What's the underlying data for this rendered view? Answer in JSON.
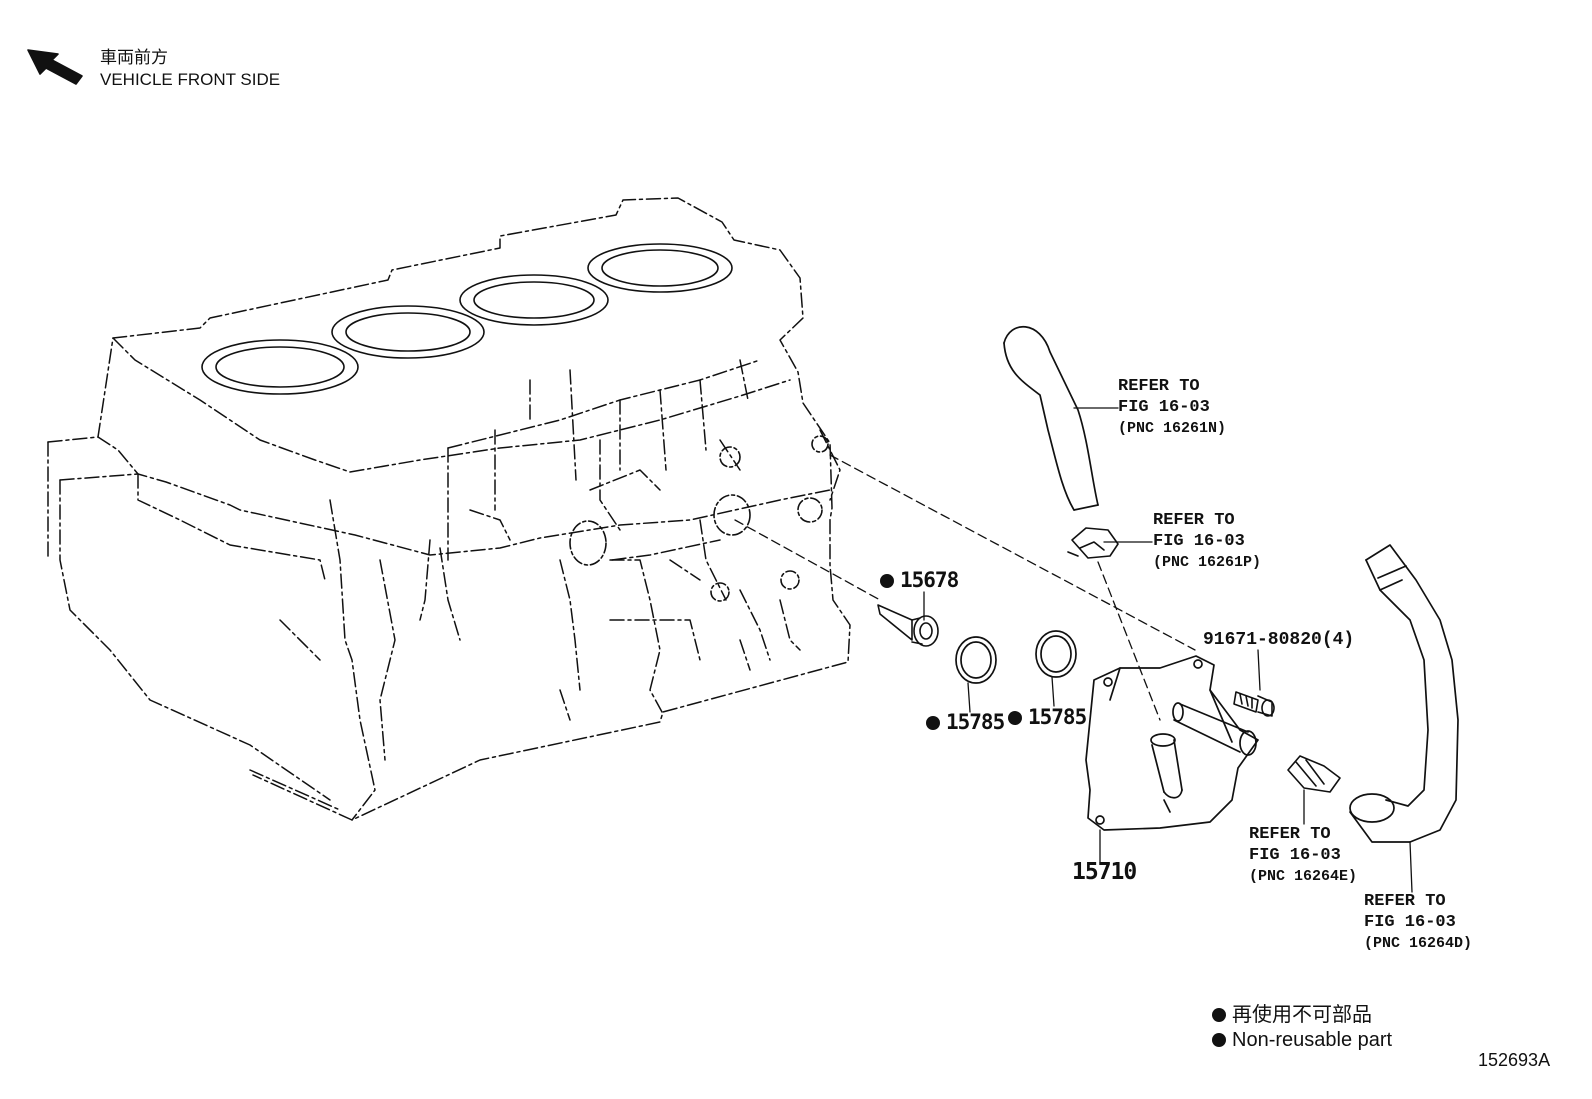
{
  "orientation": {
    "label_jp": "車両前方",
    "label_en": "VEHICLE FRONT SIDE"
  },
  "callouts": [
    {
      "id": "upper_hose",
      "lines": [
        "REFER TO",
        "FIG 16-03",
        "(PNC 16261N)"
      ]
    },
    {
      "id": "upper_clamp",
      "lines": [
        "REFER TO",
        "FIG 16-03",
        "(PNC 16261P)"
      ]
    },
    {
      "id": "lower_clamp",
      "lines": [
        "REFER TO",
        "FIG 16-03",
        "(PNC 16264E)"
      ]
    },
    {
      "id": "lower_hose",
      "lines": [
        "REFER TO",
        "FIG 16-03",
        "(PNC 16264D)"
      ]
    }
  ],
  "parts": {
    "union": "15678",
    "gasket_a": "15785",
    "gasket_b": "15785",
    "oil_cooler": "15710",
    "bolt": "91671-80820(4)"
  },
  "legend": {
    "jp": "再使用不可部品",
    "en": "Non-reusable part"
  },
  "figure_id": "152693A",
  "colors": {
    "ink": "#111111",
    "background": "#ffffff"
  }
}
